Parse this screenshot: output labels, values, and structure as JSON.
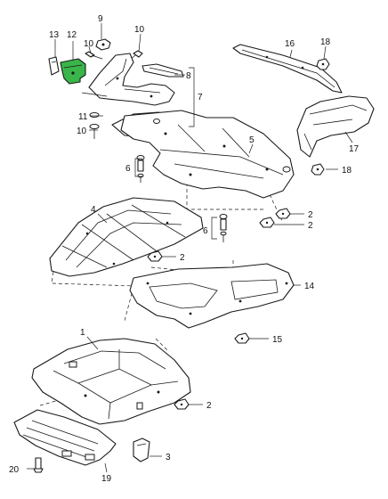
{
  "diagram": {
    "highlight_color": "#39b54a",
    "ink_color": "#1a1a1a",
    "background_color": "#ffffff",
    "callouts": {
      "c1": "1",
      "c2a": "2",
      "c2b": "2",
      "c2c": "2",
      "c2d": "2",
      "c3": "3",
      "c4": "4",
      "c5": "5",
      "c6a": "6",
      "c6b": "6",
      "c7": "7",
      "c8": "8",
      "c9": "9",
      "c10a": "10",
      "c10b": "10",
      "c10c": "10",
      "c11": "11",
      "c12": "12",
      "c13": "13",
      "c14": "14",
      "c15": "15",
      "c16": "16",
      "c17": "17",
      "c18a": "18",
      "c18b": "18",
      "c19": "19",
      "c20": "20"
    }
  }
}
